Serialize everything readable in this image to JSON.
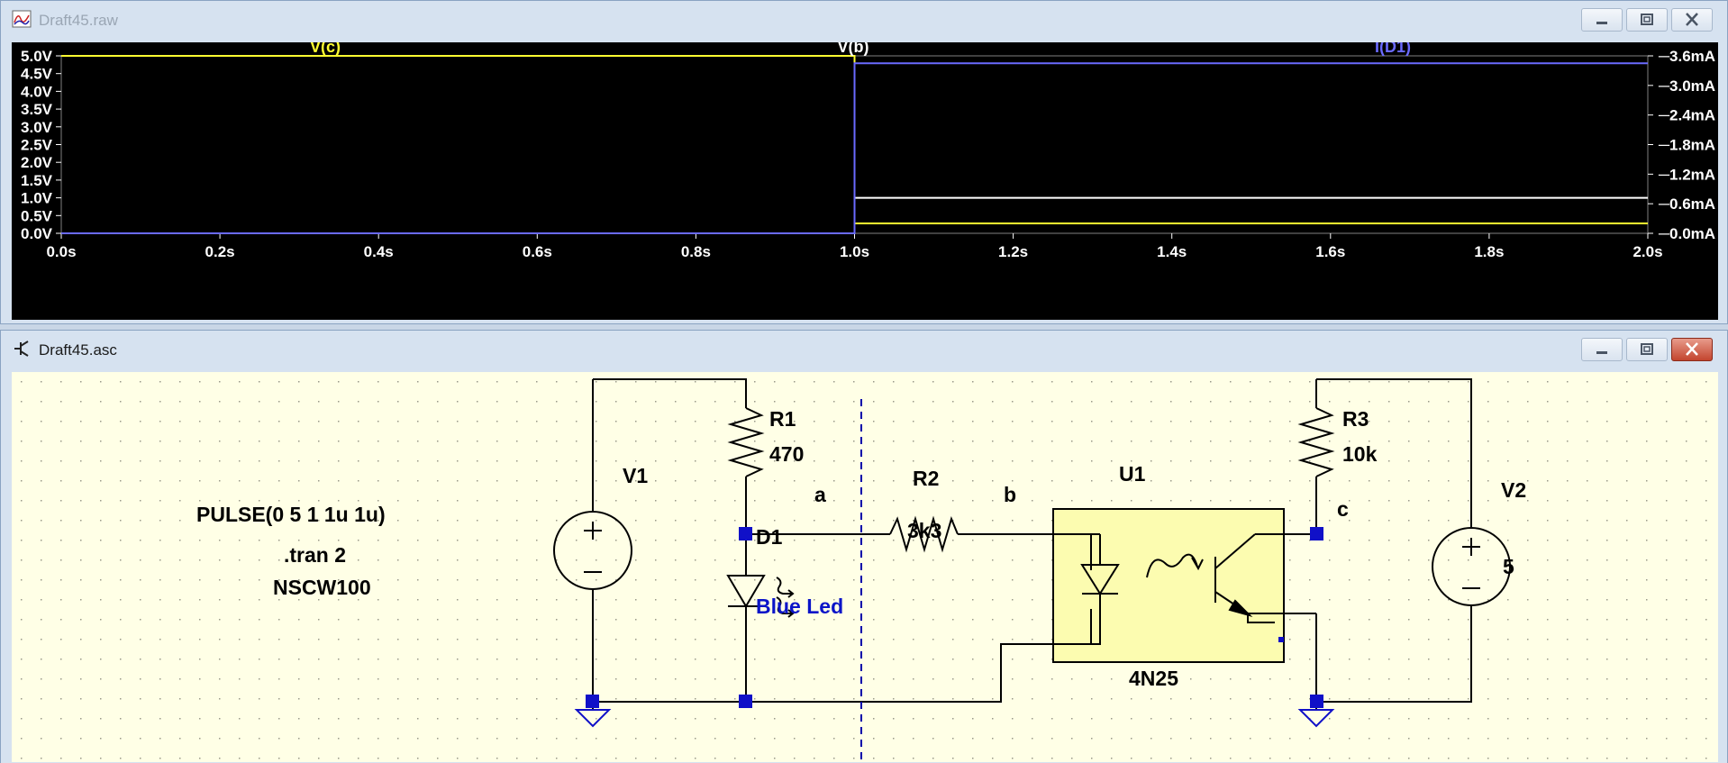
{
  "waveform_window": {
    "title": "Draft45.raw",
    "traces": [
      "V(c)",
      "V(b)",
      "I(D1)"
    ],
    "trace_colors": {
      "V(c)": "#ffff30",
      "V(b)": "#ffffff",
      "I(D1)": "#6a6aff"
    },
    "y_left_ticks": [
      "5.0V",
      "4.5V",
      "4.0V",
      "3.5V",
      "3.0V",
      "2.5V",
      "2.0V",
      "1.5V",
      "1.0V",
      "0.5V",
      "0.0V"
    ],
    "y_right_ticks": [
      "3.6mA",
      "3.0mA",
      "2.4mA",
      "1.8mA",
      "1.2mA",
      "0.6mA",
      "0.0mA"
    ],
    "x_ticks": [
      "0.0s",
      "0.2s",
      "0.4s",
      "0.6s",
      "0.8s",
      "1.0s",
      "1.2s",
      "1.4s",
      "1.6s",
      "1.8s",
      "2.0s"
    ]
  },
  "chart_data": {
    "type": "line",
    "xlim": [
      0,
      2.0
    ],
    "ylim_left": [
      0,
      5.0
    ],
    "ylim_right": [
      0,
      3.6
    ],
    "series": [
      {
        "name": "V(c)",
        "axis": "left",
        "x": [
          0,
          1.0,
          1.0,
          2.0
        ],
        "y": [
          5.0,
          5.0,
          0.28,
          0.28
        ]
      },
      {
        "name": "V(b)",
        "axis": "left",
        "x": [
          0,
          1.0,
          1.0,
          2.0
        ],
        "y": [
          0.0,
          0.0,
          1.0,
          1.0
        ]
      },
      {
        "name": "I(D1)",
        "axis": "right",
        "x": [
          0,
          1.0,
          1.0,
          2.0
        ],
        "y": [
          0.0,
          0.0,
          3.45,
          3.45
        ]
      }
    ]
  },
  "schematic_window": {
    "title": "Draft45.asc",
    "labels": {
      "v1": "V1",
      "r1": "R1",
      "r1_val": "470",
      "node_a": "a",
      "r2": "R2",
      "r2_val": "3k3",
      "node_b": "b",
      "u1": "U1",
      "u1_model": "4N25",
      "r3": "R3",
      "r3_val": "10k",
      "node_c": "c",
      "v2": "V2",
      "v2_val": "5",
      "d1": "D1",
      "d1_desc": "Blue Led",
      "pulse": "PULSE(0 5 1 1u 1u)",
      "tran": ".tran 2",
      "led_model": "NSCW100"
    }
  }
}
